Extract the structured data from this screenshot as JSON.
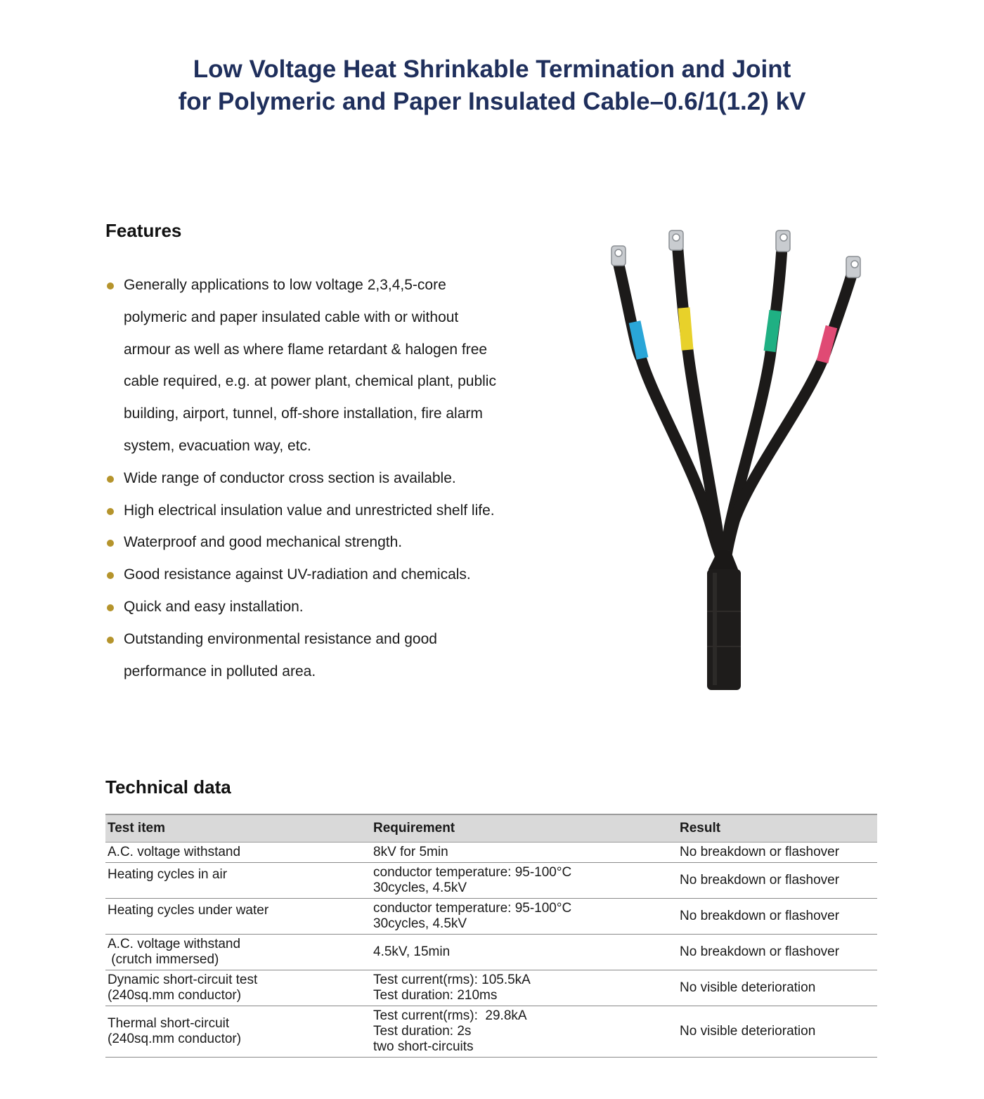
{
  "header": {
    "title_line1": "Low Voltage Heat Shrinkable Termination and Joint",
    "title_line2": "for Polymeric and Paper Insulated Cable–0.6/1(1.2) kV"
  },
  "features": {
    "heading": "Features",
    "items": [
      [
        "Generally applications to low voltage 2,3,4,5-core",
        "polymeric and paper insulated cable with or without",
        "armour as well as where flame retardant & halogen free",
        "cable required, e.g. at power plant, chemical plant, public",
        "building, airport, tunnel, off-shore installation, fire alarm",
        "system, evacuation way, etc."
      ],
      [
        "Wide range of conductor cross section is available."
      ],
      [
        "High electrical insulation value and unrestricted shelf life."
      ],
      [
        "Waterproof and good mechanical strength."
      ],
      [
        "Good resistance against UV-radiation and chemicals."
      ],
      [
        "Quick and easy installation."
      ],
      [
        "Outstanding environmental resistance and good",
        "performance in polluted area."
      ]
    ],
    "bullet_color": "#b5942c"
  },
  "technical_data": {
    "heading": "Technical data",
    "columns": [
      "Test item",
      "Requirement",
      "Result"
    ],
    "rows": [
      {
        "item": [
          "A.C. voltage withstand"
        ],
        "requirement": [
          "8kV for 5min"
        ],
        "result": "No breakdown or flashover"
      },
      {
        "item": [
          "Heating cycles in air"
        ],
        "requirement": [
          "conductor temperature: 95-100°C",
          "30cycles, 4.5kV"
        ],
        "result": "No breakdown or flashover"
      },
      {
        "item": [
          "Heating cycles under water"
        ],
        "requirement": [
          "conductor temperature: 95-100°C",
          "30cycles, 4.5kV"
        ],
        "result": "No breakdown or flashover"
      },
      {
        "item": [
          "A.C. voltage withstand",
          " (crutch immersed)"
        ],
        "requirement": [
          "4.5kV, 15min"
        ],
        "result": "No breakdown or flashover"
      },
      {
        "item": [
          "Dynamic short-circuit test",
          "(240sq.mm conductor)"
        ],
        "requirement": [
          "Test current(rms): 105.5kA",
          "Test duration: 210ms"
        ],
        "result": "No visible deterioration"
      },
      {
        "item": [
          "Thermal short-circuit",
          "(240sq.mm conductor)"
        ],
        "requirement": [
          "Test current(rms):  29.8kA",
          "Test duration: 2s",
          "two short-circuits"
        ],
        "result": "No visible deterioration"
      }
    ]
  },
  "image": {
    "core_colors": [
      "#2aa6d8",
      "#e8d12a",
      "#1fb083",
      "#e04a74"
    ]
  }
}
